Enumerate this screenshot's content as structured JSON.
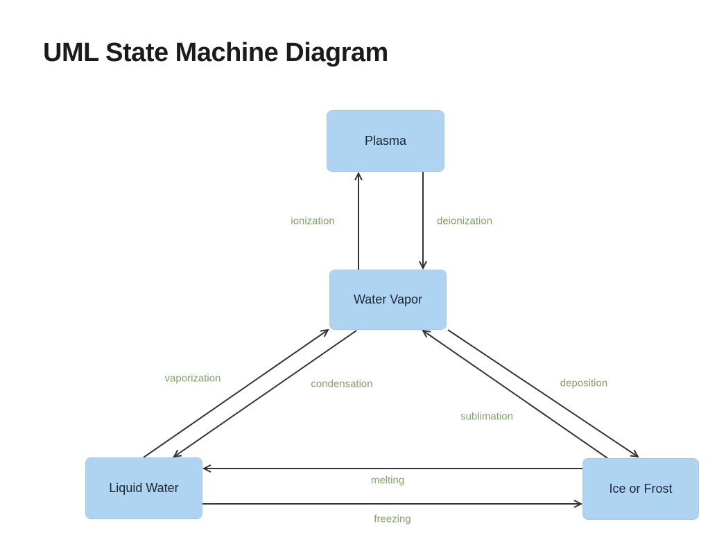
{
  "title": "UML State Machine Diagram",
  "colors": {
    "background": "#ffffff",
    "state_fill": "#aed4f2",
    "state_text": "#1a2633",
    "edge_label": "#80a562",
    "arrow": "#333333",
    "title_text": "#1b1b1b"
  },
  "states": [
    {
      "id": "plasma",
      "label": "Plasma"
    },
    {
      "id": "water-vapor",
      "label": "Water Vapor"
    },
    {
      "id": "liquid-water",
      "label": "Liquid Water"
    },
    {
      "id": "ice-or-frost",
      "label": "Ice or Frost"
    }
  ],
  "transitions": [
    {
      "label": "ionization",
      "from": "Water Vapor",
      "to": "Plasma"
    },
    {
      "label": "deionization",
      "from": "Plasma",
      "to": "Water Vapor"
    },
    {
      "label": "vaporization",
      "from": "Liquid Water",
      "to": "Water Vapor"
    },
    {
      "label": "condensation",
      "from": "Water Vapor",
      "to": "Liquid Water"
    },
    {
      "label": "deposition",
      "from": "Water Vapor",
      "to": "Ice or Frost"
    },
    {
      "label": "sublimation",
      "from": "Ice or Frost",
      "to": "Water Vapor"
    },
    {
      "label": "melting",
      "from": "Ice or Frost",
      "to": "Liquid Water"
    },
    {
      "label": "freezing",
      "from": "Liquid Water",
      "to": "Ice or Frost"
    }
  ]
}
